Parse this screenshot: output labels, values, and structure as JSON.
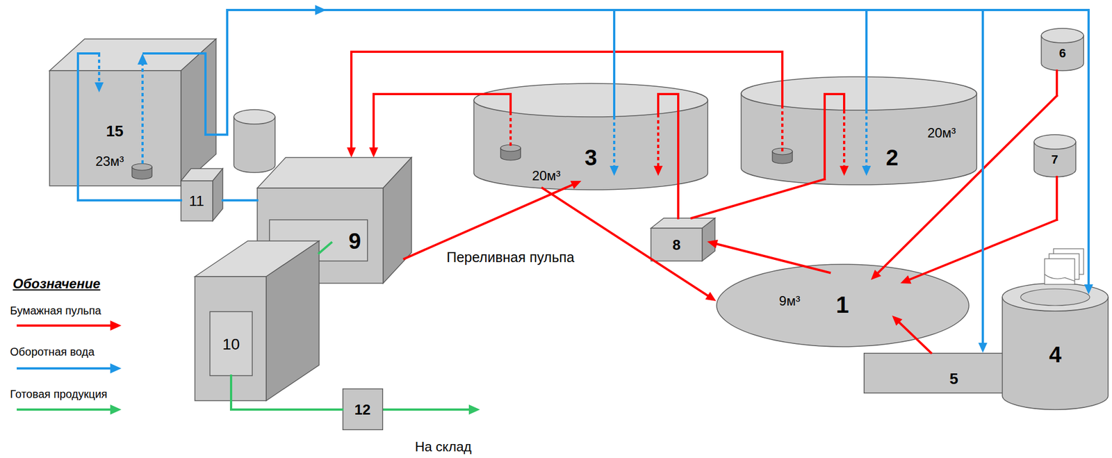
{
  "diagram": {
    "nodes": [
      {
        "text": [
          "15",
          "23м³"
        ]
      },
      {
        "text": [
          "3",
          "20м³"
        ]
      },
      {
        "text": [
          "2",
          "20м³"
        ]
      },
      {
        "text": [
          "6"
        ]
      },
      {
        "text": [
          "11"
        ]
      },
      {
        "text": [
          "9"
        ]
      },
      {
        "text": [
          "7"
        ]
      },
      {
        "text": [
          "8"
        ]
      },
      {
        "text": [
          "10"
        ]
      },
      {
        "text": [
          "1",
          "9м³"
        ]
      },
      {
        "text": [
          "5"
        ]
      },
      {
        "text": [
          "4"
        ]
      },
      {
        "text": [
          "12"
        ]
      }
    ],
    "edges": [
      {
        "from": 3,
        "to": 9,
        "arrow": "to"
      },
      {
        "from": 6,
        "to": 9,
        "arrow": "to"
      },
      {
        "from": 10,
        "to": 9,
        "arrow": "to"
      },
      {
        "from": 9,
        "to": 7,
        "arrow": "to"
      },
      {
        "from": 7,
        "to": 1,
        "arrow": "to"
      },
      {
        "from": 7,
        "to": 2,
        "arrow": "to"
      },
      {
        "from": 1,
        "to": 5,
        "arrow": "to"
      },
      {
        "from": 2,
        "to": 5,
        "arrow": "to"
      },
      {
        "from": 5,
        "to": 1,
        "arrow": "to"
      },
      {
        "from": 1,
        "to": 9,
        "arrow": "to"
      },
      {
        "from": 5,
        "to": 8,
        "arrow": "none"
      },
      {
        "from": 8,
        "to": 12,
        "arrow": "none"
      },
      {
        "from": 0,
        "to": 1,
        "arrow": "to"
      },
      {
        "from": 0,
        "to": 2,
        "arrow": "to"
      },
      {
        "from": 0,
        "to": 10,
        "arrow": "to"
      },
      {
        "from": 0,
        "to": 11,
        "arrow": "to"
      },
      {
        "from": 5,
        "to": 4,
        "arrow": "none"
      },
      {
        "from": 4,
        "to": 0,
        "arrow": "to"
      }
    ],
    "labels": [
      "Обозначение",
      "Переливная пульпа",
      "На склад"
    ],
    "legend": [
      {
        "text": "Бумажная пульпа",
        "color": "#ff0000"
      },
      {
        "text": "Оборотная вода",
        "color": "#1e96e6"
      },
      {
        "text": "Готовая продукция",
        "color": "#33c466"
      }
    ]
  }
}
